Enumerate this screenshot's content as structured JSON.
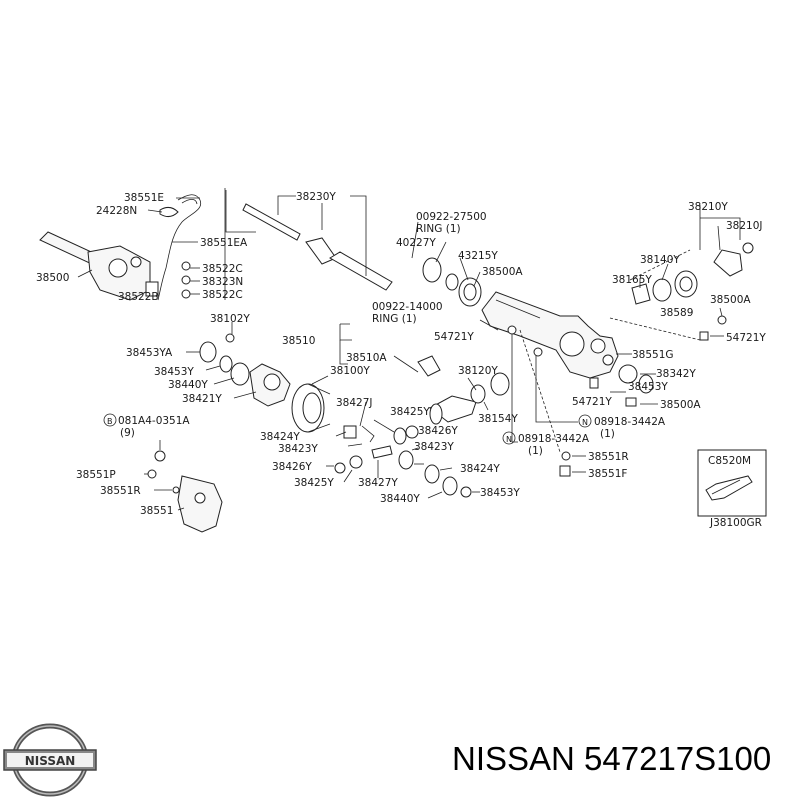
{
  "diagram": {
    "drawing_code": "J38100GR",
    "inset_code": "C8520M",
    "labels": {
      "p38551E": "38551E",
      "p24228N": "24228N",
      "p38551EA": "38551EA",
      "p38500": "38500",
      "p38522C_a": "38522C",
      "p38323N": "38323N",
      "p38522C_b": "38522C",
      "p38522B": "38522B",
      "p38230Y": "38230Y",
      "p00922_27500": "00922-27500",
      "ring_a": "RING (1)",
      "p40227Y": "40227Y",
      "p43215Y": "43215Y",
      "p38500A_a": "38500A",
      "p00922_14000": "00922-14000",
      "ring_b": "RING (1)",
      "p54721Y_a": "54721Y",
      "p38210Y": "38210Y",
      "p38210J": "38210J",
      "p38140Y": "38140Y",
      "p38165Y": "38165Y",
      "p38589": "38589",
      "p38500A_b": "38500A",
      "p54721Y_b": "54721Y",
      "p38551G": "38551G",
      "p38342Y": "38342Y",
      "p38453Y_r": "38453Y",
      "p54721Y_c": "54721Y",
      "p38500A_c": "38500A",
      "p08918_3442A_a": "08918-3442A",
      "qty_a": "(1)",
      "p08918_3442A_b": "08918-3442A",
      "qty_b": "(1)",
      "p38551R_r": "38551R",
      "p38551F_r": "38551F",
      "p38102Y": "38102Y",
      "p38510": "38510",
      "p38510A": "38510A",
      "p38453YA": "38453YA",
      "p38453Y_l": "38453Y",
      "p38440Y_l": "38440Y",
      "p38421Y": "38421Y",
      "p38100Y": "38100Y",
      "p38120Y": "38120Y",
      "p38154Y": "38154Y",
      "p38427J": "38427J",
      "p38425Y_a": "38425Y",
      "p38426Y_a": "38426Y",
      "p38424Y_l": "38424Y",
      "p38423Y_a": "38423Y",
      "p38423Y_b": "38423Y",
      "p38426Y_b": "38426Y",
      "p38424Y_r": "38424Y",
      "p38425Y_b": "38425Y",
      "p38427Y": "38427Y",
      "p38440Y_r": "38440Y",
      "p38453Y_b": "38453Y",
      "bolt_081A4": "081A4-0351A",
      "bolt_qty": "(9)",
      "p38551P": "38551P",
      "p38551R_l": "38551R",
      "p38551": "38551"
    }
  },
  "footer": {
    "brand": "NISSAN",
    "part_number": "NISSAN 547217S100"
  },
  "icons": {
    "logo": "nissan-logo-icon"
  }
}
